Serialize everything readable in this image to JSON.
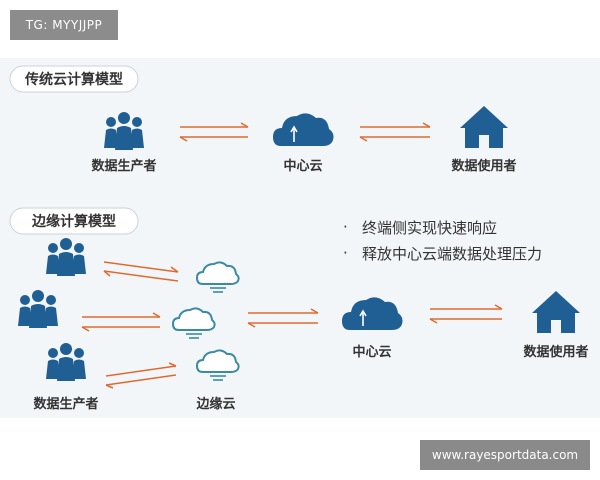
{
  "watermark_top": "TG: MYYJJPP",
  "watermark_bottom": "www.rayesportdata.com",
  "traditional": {
    "title": "传统云计算模型",
    "producer_label": "数据生产者",
    "center_label": "中心云",
    "user_label": "数据使用者"
  },
  "edge": {
    "title": "边缘计算模型",
    "bullets": [
      "终端侧实现快速响应",
      "释放中心云端数据处理压力"
    ],
    "producer_label": "数据生产者",
    "edge_label": "边缘云",
    "center_label": "中心云",
    "user_label": "数据使用者"
  },
  "colors": {
    "icon_blue": "#1f5f93",
    "arrow_orange": "#e06a2e",
    "edge_cloud_teal": "#3a8aa3",
    "panel_bg": "#f2f6f9"
  },
  "icons": [
    "people-group-icon",
    "cloud-upload-icon",
    "house-icon",
    "edge-cloud-icon",
    "exchange-arrows-icon"
  ]
}
